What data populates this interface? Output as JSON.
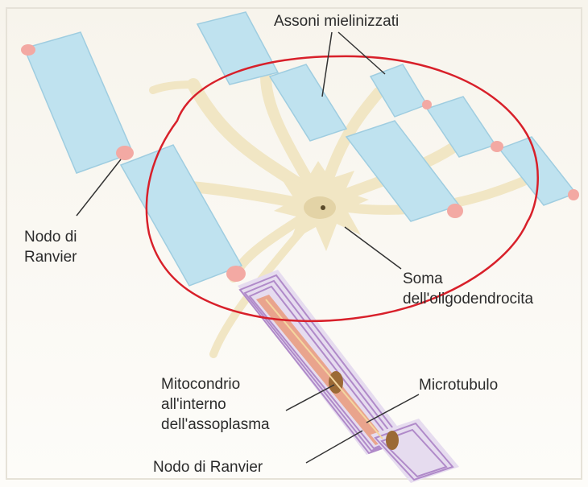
{
  "diagram": {
    "labels": {
      "myelinated_axons": "Assoni mielinizzati",
      "node_of_ranvier_left_line1": "Nodo di",
      "node_of_ranvier_left_line2": "Ranvier",
      "oligodendrocyte_soma_line1": "Soma",
      "oligodendrocyte_soma_line2": "dell'oligodendrocita",
      "mitochondrion_line1": "Mitocondrio",
      "mitochondrion_line2": "all'interno",
      "mitochondrion_line3": "dell'assoplasma",
      "microtubule": "Microtubulo",
      "node_of_ranvier_bottom": "Nodo di Ranvier"
    },
    "colors": {
      "myelin": "#bfe2ef",
      "myelin_edge": "#9fcde0",
      "node": "#f3a9a3",
      "oligodendrocyte": "#f1e6c4",
      "soma_nucleus": "#e3d3a6",
      "membrane_layers": "#b08ac9",
      "axoplasm": "#e9a48d",
      "mitochondrion": "#9b6a36",
      "annotation_circle": "#d8202a",
      "leader_line": "#333333",
      "label_text": "#2b2b2b"
    }
  }
}
